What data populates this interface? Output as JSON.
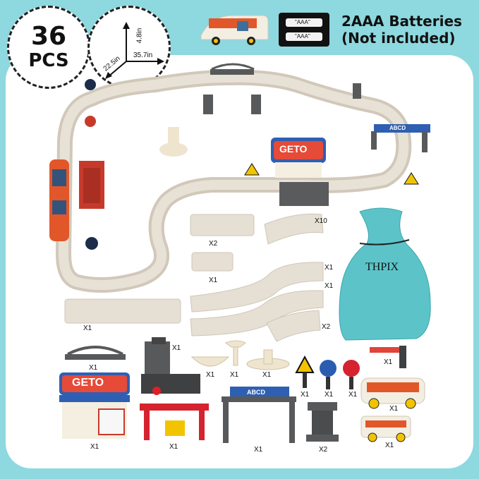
{
  "pieces": {
    "count": "36",
    "unit": "PCS"
  },
  "dimensions": {
    "height": "4.8in",
    "depth": "22.5in",
    "width": "35.7in"
  },
  "batteries": {
    "cell_label": "\"AAA\"",
    "line1": "2AAA Batteries",
    "line2": "(Not included)"
  },
  "bag_brand": "THPIX",
  "signs": {
    "station_sign": "GETO",
    "gantry_sign": "ABCD"
  },
  "quantities": {
    "straight_short_top": "X2",
    "curve_top": "X10",
    "straight_tiny": "X1",
    "wave1": "X1",
    "wave2": "X1",
    "curve_small": "X2",
    "straight_long": "X1",
    "bridge": "X1",
    "crane": "X1",
    "bowl": "X1",
    "lamp": "X1",
    "tunnel_top": "X1",
    "warn_sign": "X1",
    "arrow_sign": "X1",
    "stop_sign": "X1",
    "barrier": "X1",
    "train1": "X1",
    "train2": "X1",
    "station": "X1",
    "shop": "X1",
    "gantry": "X1",
    "base": "X2"
  },
  "colors": {
    "background": "#8ed8df",
    "track": "#e4dcd0",
    "bag": "#5cc4c9",
    "train_orange": "#e2572a"
  }
}
